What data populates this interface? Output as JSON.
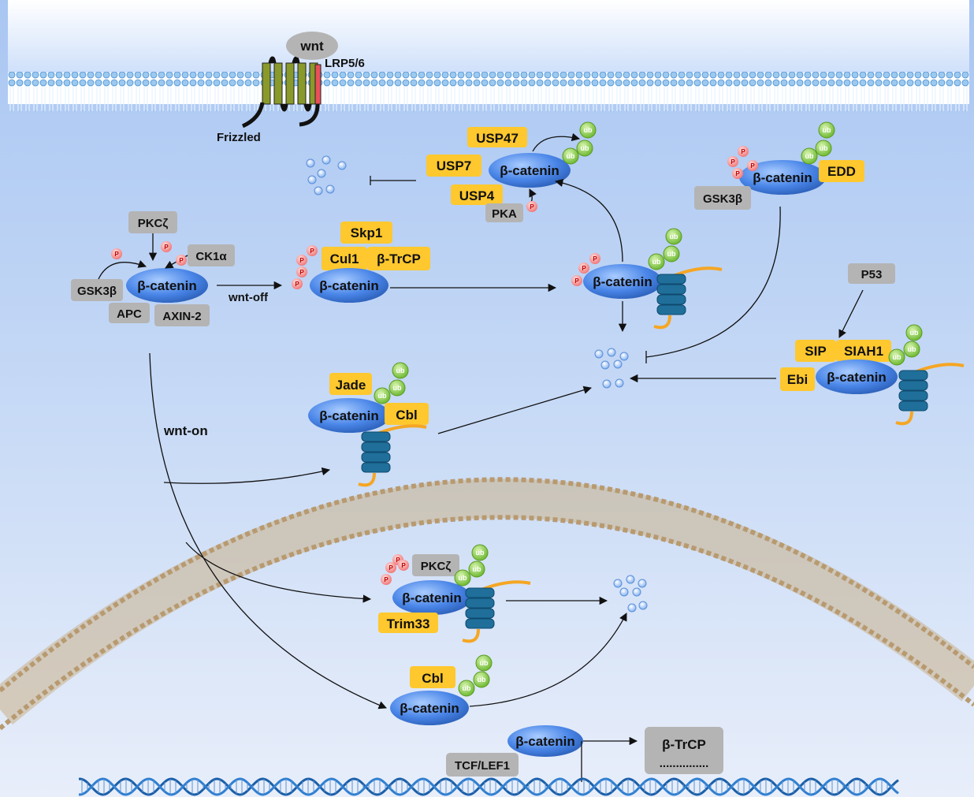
{
  "diagram": {
    "membrane": {
      "ligand": "wnt",
      "coreceptor": "LRP5/6",
      "receptor": "Frizzled"
    },
    "labels": {
      "beta_catenin": "β-catenin",
      "wnt_off": "wnt-off",
      "wnt_on": "wnt-on",
      "ub": "ub",
      "p": "P"
    },
    "destruction_complex": {
      "pkc": "PKCζ",
      "ck1": "CK1α",
      "gsk3b": "GSK3β",
      "apc": "APC",
      "axin": "AXIN-2"
    },
    "scf_complex": {
      "skp1": "Skp1",
      "cul1": "Cul1",
      "btrcp": "β-TrCP"
    },
    "dubs": {
      "usp47": "USP47",
      "usp7": "USP7",
      "usp4": "USP4",
      "pka": "PKA"
    },
    "edd_group": {
      "gsk3b": "GSK3β",
      "edd": "EDD"
    },
    "p53_group": {
      "p53": "P53",
      "sip": "SIP",
      "siah1": "SIAH1",
      "ebi": "Ebi"
    },
    "jade_group": {
      "jade": "Jade",
      "cbl": "Cbl"
    },
    "nuclear": {
      "pkc": "PKCζ",
      "trim33": "Trim33",
      "cbl": "Cbl",
      "tcf": "TCF/LEF1",
      "target": "β-TrCP",
      "dots": "..............."
    },
    "colors": {
      "cytoplasm_top": "#a9c6f2",
      "cytoplasm_bottom": "#e6eefb",
      "yellow_box": "#ffc82e",
      "gray_box": "#b4b4b4",
      "beta_catenin": "#4a86e8",
      "phosphate": "#f08080",
      "ubiquitin": "#7cc43a",
      "proteasome": "#1f6f9a",
      "tail": "#f5a623",
      "dna": "#1a5fa8"
    }
  }
}
